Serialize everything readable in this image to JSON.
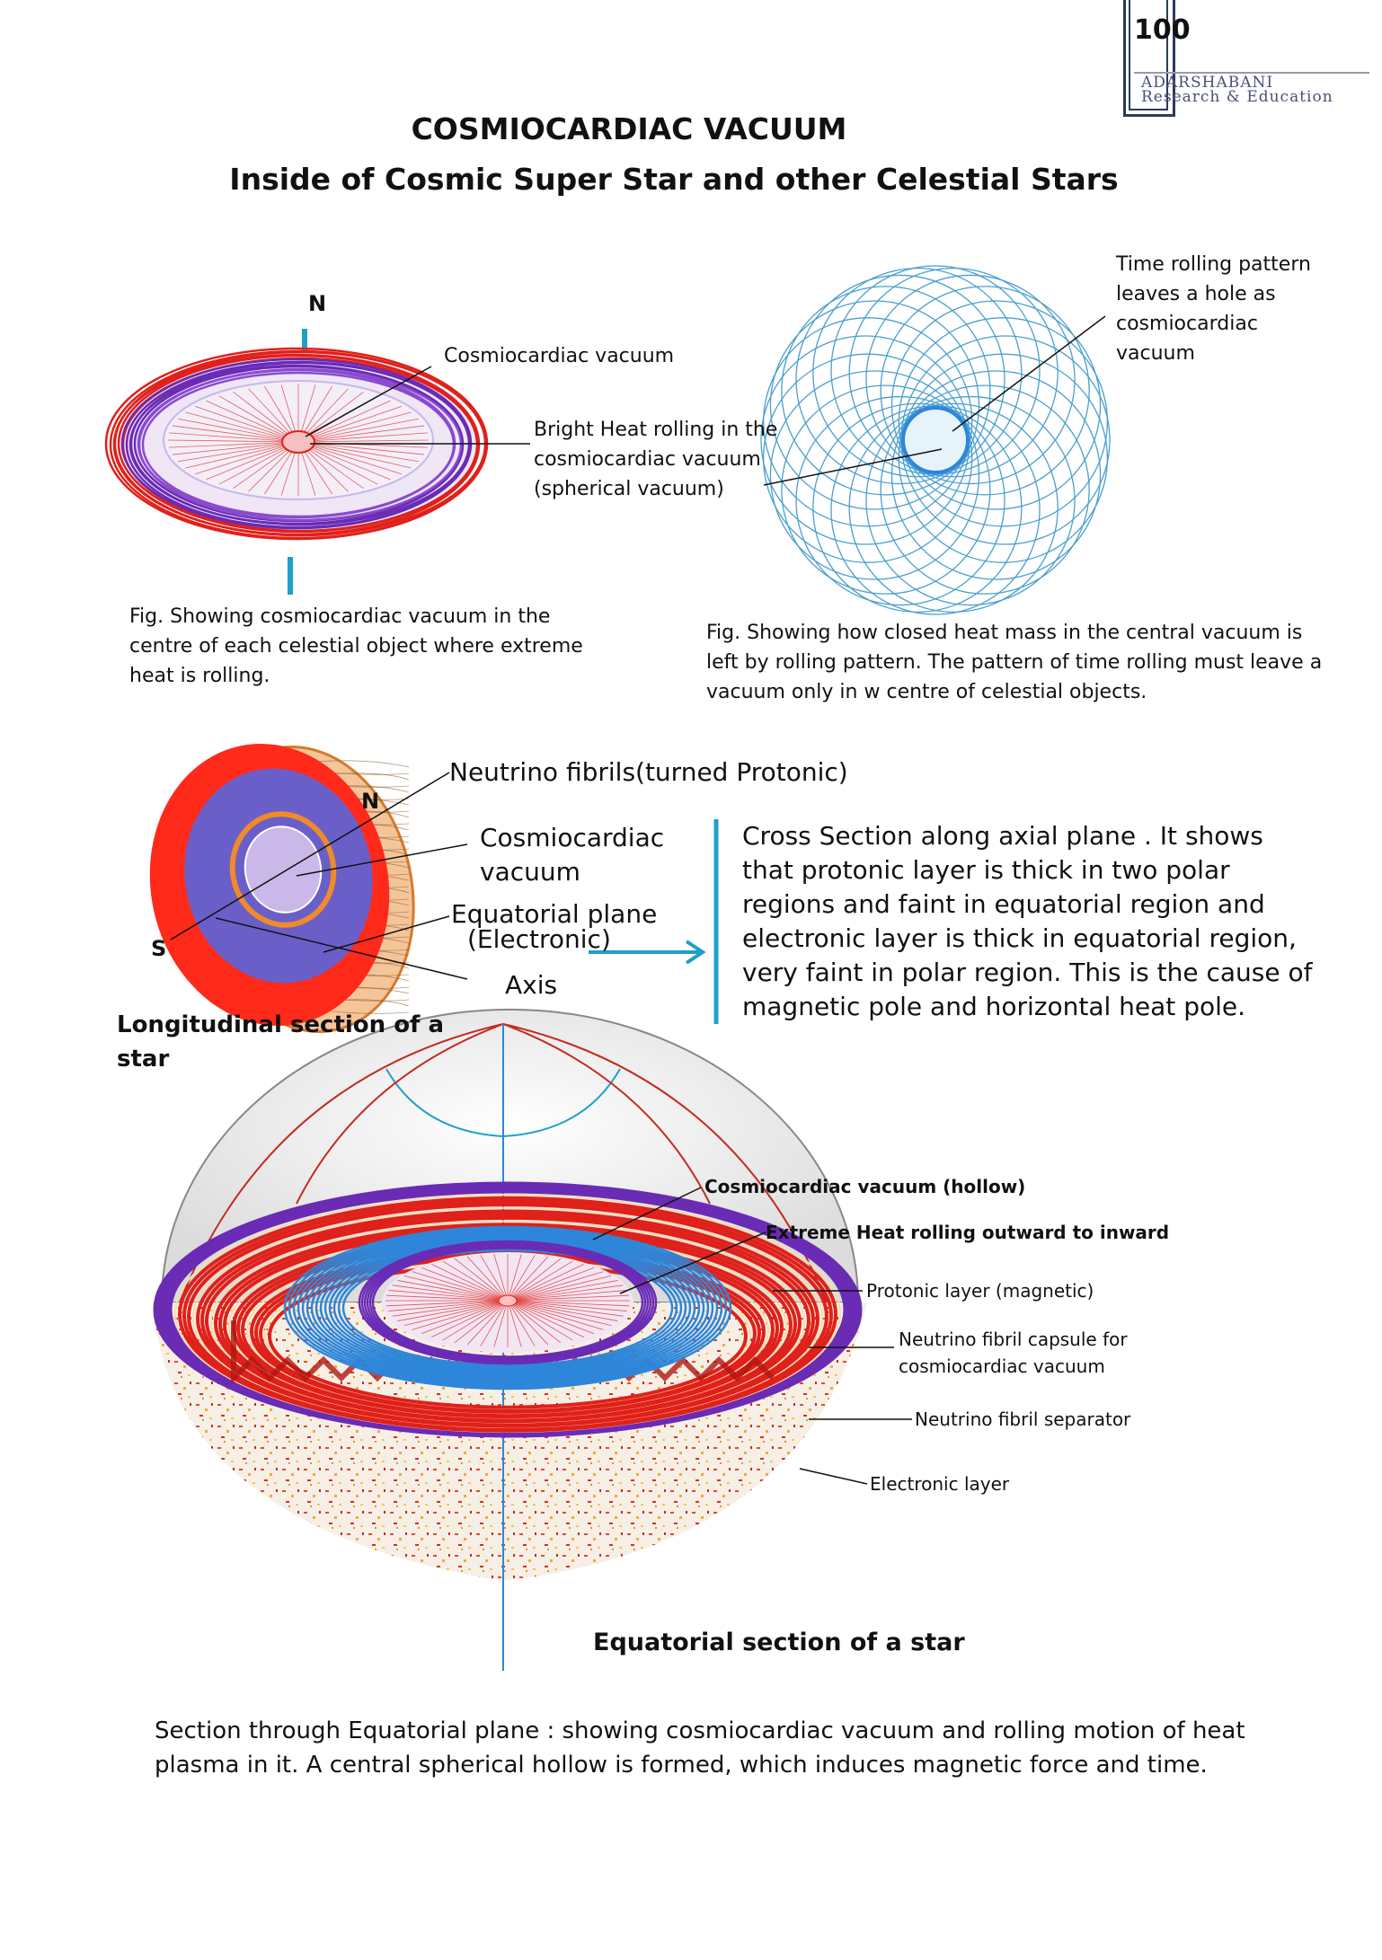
{
  "page_number": "100",
  "publisher": {
    "name": "ADARSHABANI",
    "subtitle": "Research & Education"
  },
  "title_main": "COSMIOCARDIAC VACUUM",
  "title_sub": "Inside of Cosmic Super Star and  other Celestial Stars",
  "fig1": {
    "pole_label": "N",
    "label_vacuum": "Cosmiocardiac vacuum",
    "label_heat": [
      "Bright Heat rolling in the",
      "cosmiocardiac vacuum",
      "(spherical vacuum)"
    ],
    "caption": [
      "Fig. Showing cosmiocardiac vacuum in the",
      "centre of each celestial object where extreme",
      "heat is rolling."
    ]
  },
  "fig2": {
    "label": [
      "Time rolling pattern",
      "leaves a hole as",
      "cosmiocardiac",
      "vacuum"
    ],
    "caption": [
      "Fig. Showing how closed  heat mass in the central vacuum is",
      "left by rolling pattern. The pattern of time rolling must leave a",
      "vacuum only in w centre of celestial objects."
    ]
  },
  "fig3": {
    "label_n": "N",
    "label_s": "S",
    "label_neutrino": "Neutrino fibrils(turned Protonic)",
    "label_vacuum": [
      "Cosmiocardiac",
      "vacuum"
    ],
    "label_equatorial": [
      "Equatorial plane",
      "(Electronic)"
    ],
    "label_axis": "Axis",
    "caption": [
      "Longitudinal section of a",
      "star"
    ],
    "description": [
      "Cross Section along axial plane . It shows",
      "that protonic layer is thick in two polar",
      "regions and  faint in equatorial region and",
      "electronic layer is thick in equatorial region,",
      "very faint in polar region. This is the cause of",
      "magnetic pole and horizontal heat pole."
    ]
  },
  "fig4": {
    "label_hollow": "Cosmiocardiac vacuum (hollow)",
    "label_heat": "Extreme Heat rolling outward to inward",
    "label_protonic": "Protonic layer (magnetic)",
    "label_capsule": [
      "Neutrino fibril capsule for",
      "cosmiocardiac vacuum"
    ],
    "label_separator": "Neutrino fibril separator",
    "label_electronic": "Electronic layer",
    "caption": "Equatorial section of a star"
  },
  "footer": [
    "Section through Equatorial plane : showing cosmiocardiac vacuum and rolling motion of heat",
    "plasma in it. A central spherical hollow is formed, which induces magnetic force and time."
  ],
  "colors": {
    "red": "#e0201a",
    "purple": "#6a2bb5",
    "blue": "#2d86d9",
    "teal": "#1ea0c8",
    "orange": "#e8862a",
    "cream": "#f4ddb0"
  }
}
